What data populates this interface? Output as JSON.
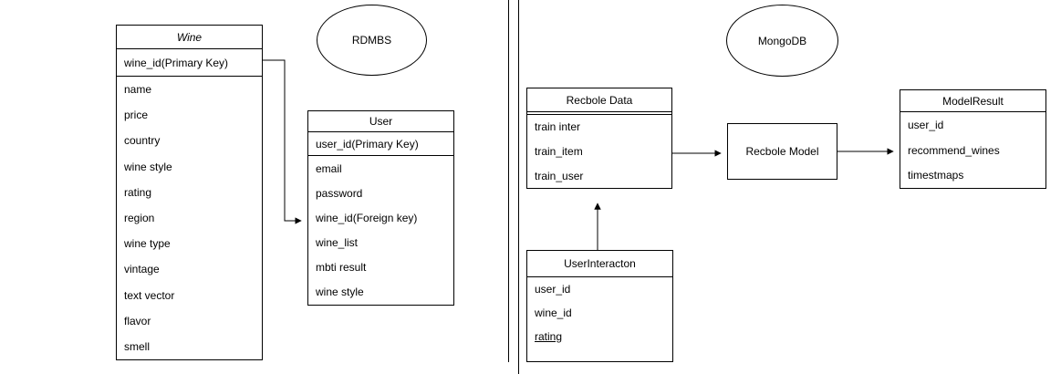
{
  "canvas": {
    "background_color": "#ffffff",
    "stroke_color": "#000000"
  },
  "left": {
    "db": "RDMBS",
    "wine": {
      "title": "Wine",
      "key_field": "wine_id(Primary Key)",
      "fields": [
        "name",
        "price",
        "country",
        "wine style",
        "rating",
        "region",
        "wine type",
        "vintage",
        "text vector",
        "flavor",
        "smell"
      ]
    },
    "user": {
      "title": "User",
      "key_field": "user_id(Primary Key)",
      "fields": [
        "email",
        "password",
        "wine_id(Foreign key)",
        "wine_list",
        "mbti result",
        "wine style"
      ]
    }
  },
  "right": {
    "db": "MongoDB",
    "recbole_data": {
      "title": "Recbole Data",
      "fields": [
        "train inter",
        "train_item",
        "train_user"
      ]
    },
    "user_interaction": {
      "title": "UserInteracton",
      "fields": [
        "user_id",
        "wine_id",
        "rating"
      ]
    },
    "model": {
      "label": "Recbole Model"
    },
    "model_result": {
      "title": "ModelResult",
      "fields": [
        "user_id",
        "recommend_wines",
        "timestmaps"
      ]
    }
  }
}
